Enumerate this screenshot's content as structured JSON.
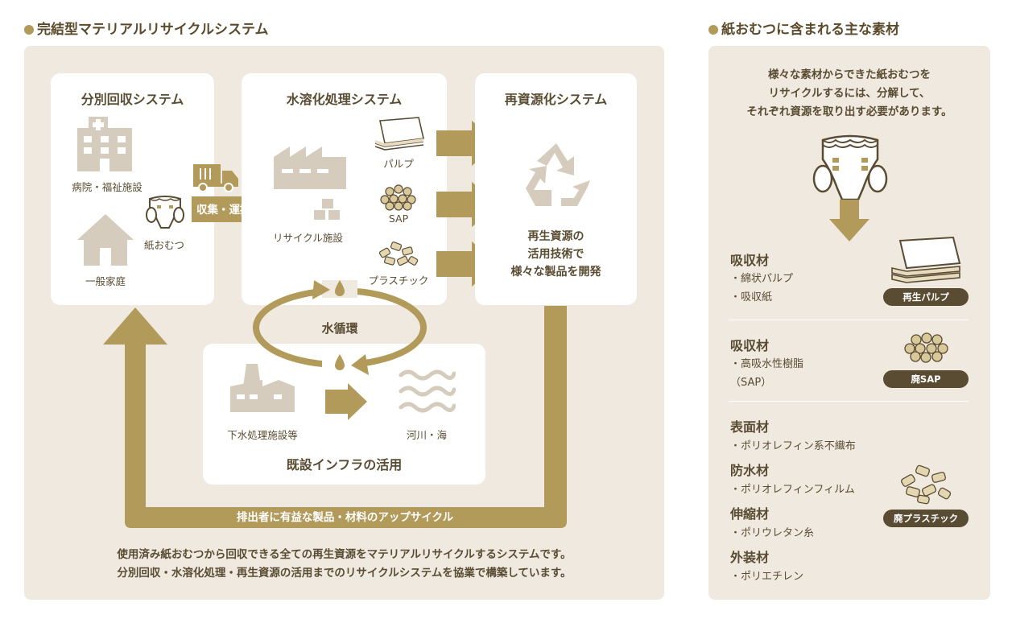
{
  "left": {
    "heading": "完結型マテリアルリサイクルシステム",
    "collection": {
      "title": "分別回収システム",
      "hospital": "病院・福祉施設",
      "home": "一般家庭",
      "diaper": "紙おむつ"
    },
    "transport": "収集・運搬",
    "water_soluble": {
      "title": "水溶化処理システム",
      "facility": "リサイクル施設",
      "pulp": "パルプ",
      "sap": "SAP",
      "plastic": "プラスチック"
    },
    "recycling": {
      "title": "再資源化システム",
      "text": [
        "再生資源の",
        "活用技術で",
        "様々な製品を開発"
      ]
    },
    "water_cycle": "水循環",
    "infra": {
      "title": "既設インフラの活用",
      "sewage": "下水処理施設等",
      "river": "河川・海"
    },
    "upcycle": "排出者に有益な製品・材料のアップサイクル",
    "description": [
      "使用済み紙おむつから回収できる全ての再生資源をマテリアルリサイクルするシステムです。",
      "分別回収・水溶化処理・再生資源の活用までのリサイクルシステムを協業で構築しています。"
    ]
  },
  "right": {
    "heading": "紙おむつに含まれる主な素材",
    "intro": [
      "様々な素材からできた紙おむつを",
      "リサイクルするには、分解して、",
      "それぞれ資源を取り出す必要があります。"
    ],
    "materials": [
      {
        "title": "吸収材",
        "items": [
          "・綿状パルプ",
          "・吸収紙"
        ],
        "tag": "再生パルプ"
      },
      {
        "title": "吸収材",
        "items": [
          "・高吸水性樹脂",
          "（SAP）"
        ],
        "tag": "廃SAP"
      }
    ],
    "materials3": [
      {
        "title": "表面材",
        "items": [
          "・ポリオレフィン系不織布"
        ]
      },
      {
        "title": "防水材",
        "items": [
          "・ポリオレフィンフィルム"
        ]
      },
      {
        "title": "伸縮材",
        "items": [
          "・ポリウレタン糸"
        ]
      },
      {
        "title": "外装材",
        "items": [
          "・ポリエチレン"
        ]
      }
    ],
    "tag3": "廃プラスチック"
  },
  "colors": {
    "gold": "#b29a5a",
    "brown": "#5a4c32",
    "panel": "#efe9df",
    "icon": "#d5ccbd"
  }
}
